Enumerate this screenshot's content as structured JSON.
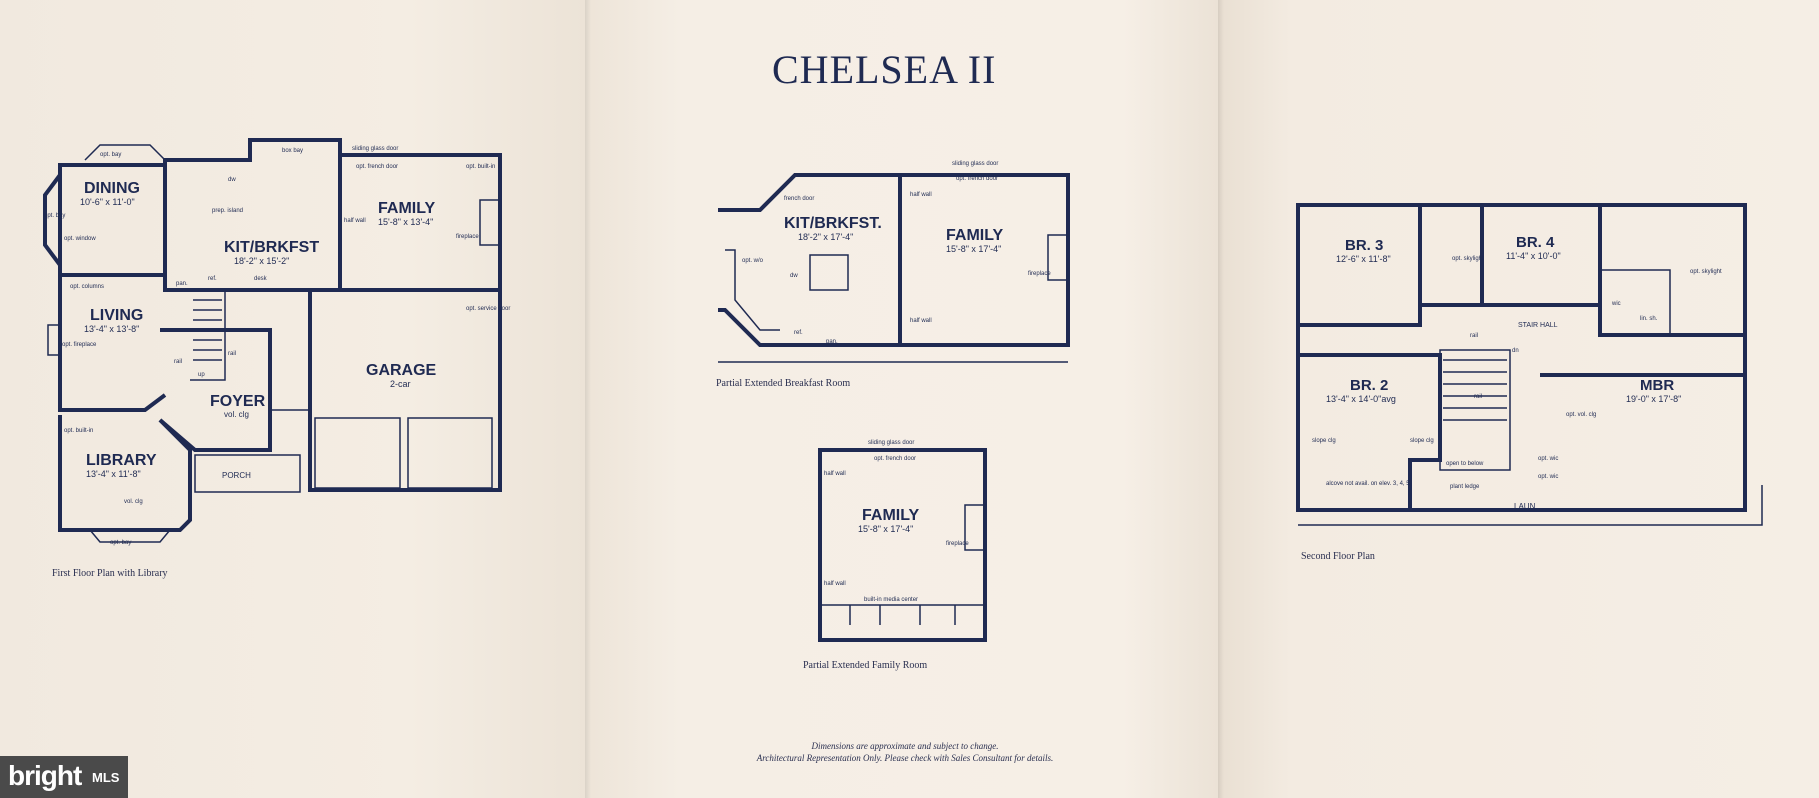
{
  "title": "CHELSEA II",
  "captions": {
    "first_floor": "First Floor Plan with Library",
    "breakfast": "Partial Extended Breakfast Room",
    "family_ext": "Partial Extended Family Room",
    "second_floor": "Second Floor Plan"
  },
  "disclaimer": {
    "line1": "Dimensions are approximate and subject to change.",
    "line2": "Architectural Representation Only. Please check with Sales Consultant for details."
  },
  "logo": {
    "text": "bright",
    "suffix": "MLS"
  },
  "first_floor": {
    "rooms": [
      {
        "name": "DINING",
        "dim": "10'-6\" x 11'-0\""
      },
      {
        "name": "KIT/BRKFST",
        "dim": "18'-2\" x 15'-2\""
      },
      {
        "name": "FAMILY",
        "dim": "15'-8\" x 13'-4\""
      },
      {
        "name": "LIVING",
        "dim": "13'-4\" x 13'-8\""
      },
      {
        "name": "GARAGE",
        "dim": "2-car"
      },
      {
        "name": "FOYER",
        "dim": "vol. clg"
      },
      {
        "name": "LIBRARY",
        "dim": "13'-4\" x 11'-8\""
      }
    ],
    "labels": [
      "opt. bay",
      "opt. bay",
      "opt. window",
      "box bay",
      "sliding glass door",
      "opt. french door",
      "opt. built-in",
      "prep. island",
      "half wall",
      "fireplace",
      "opt. columns",
      "pan.",
      "ref.",
      "desk",
      "opt. fireplace",
      "opt. service door",
      "rail",
      "rail",
      "up",
      "opt. built-in",
      "vol. clg",
      "PORCH",
      "opt. bay",
      "dw"
    ]
  },
  "breakfast_plan": {
    "rooms": [
      {
        "name": "KIT/BRKFST.",
        "dim": "18'-2\" x 17'-4\""
      },
      {
        "name": "FAMILY",
        "dim": "15'-8\" x 17'-4\""
      }
    ],
    "labels": [
      "french door",
      "sliding glass door",
      "opt. french door",
      "half wall",
      "half wall",
      "opt. w/o",
      "dw",
      "fireplace",
      "ref.",
      "pan."
    ]
  },
  "family_plan": {
    "rooms": [
      {
        "name": "FAMILY",
        "dim": "15'-8\" x 17'-4\""
      }
    ],
    "labels": [
      "sliding glass door",
      "opt. french door",
      "half wall",
      "half wall",
      "fireplace",
      "built-in media center"
    ]
  },
  "second_floor": {
    "rooms": [
      {
        "name": "BR. 3",
        "dim": "12'-6\" x 11'-8\""
      },
      {
        "name": "BR. 4",
        "dim": "11'-4\" x 10'-0\""
      },
      {
        "name": "BR. 2",
        "dim": "13'-4\" x 14'-0\"avg"
      },
      {
        "name": "MBR",
        "dim": "19'-0\" x 17'-8\""
      }
    ],
    "labels": [
      "opt. skylight",
      "opt. skylight",
      "STAIR HALL",
      "wic",
      "lin. sh.",
      "rail",
      "dn",
      "rail",
      "opt. vol. clg",
      "slope clg",
      "slope clg",
      "alcove not avail. on elev. 3, 4, 5",
      "open to below",
      "plant ledge",
      "LAUN.",
      "opt. wic",
      "opt. wic"
    ]
  }
}
